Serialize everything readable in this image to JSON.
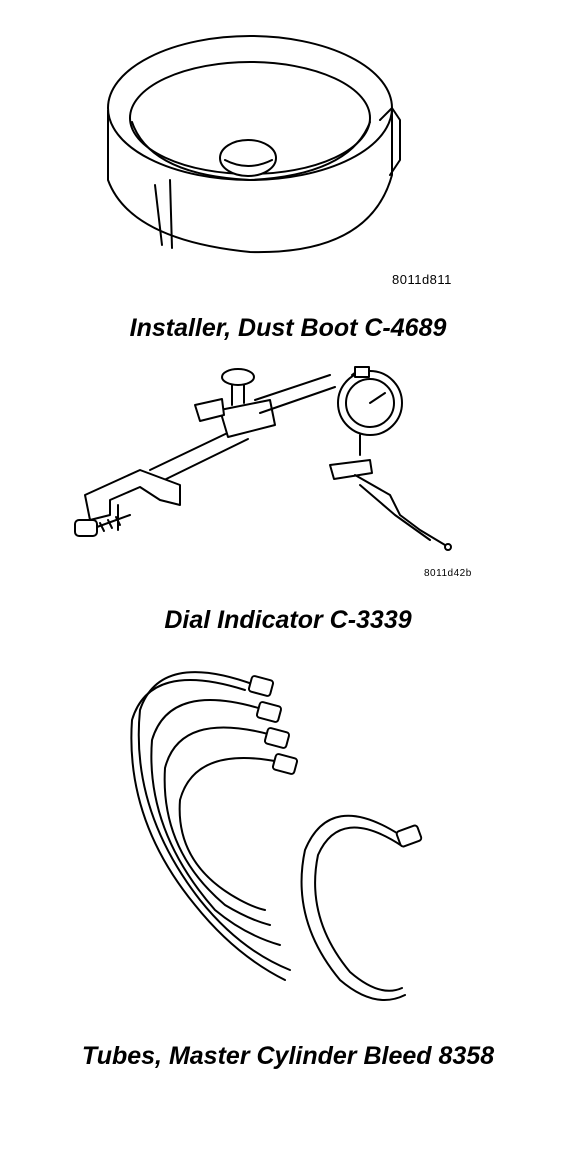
{
  "figures": [
    {
      "image_code": "8011d811",
      "caption": "Installer, Dust Boot C-4689",
      "icon": "dust-boot-installer-illustration"
    },
    {
      "image_code": "8011d42b",
      "caption": "Dial Indicator C-3339",
      "icon": "dial-indicator-illustration"
    },
    {
      "caption": "Tubes, Master Cylinder Bleed 8358",
      "icon": "bleed-tubes-illustration"
    }
  ]
}
